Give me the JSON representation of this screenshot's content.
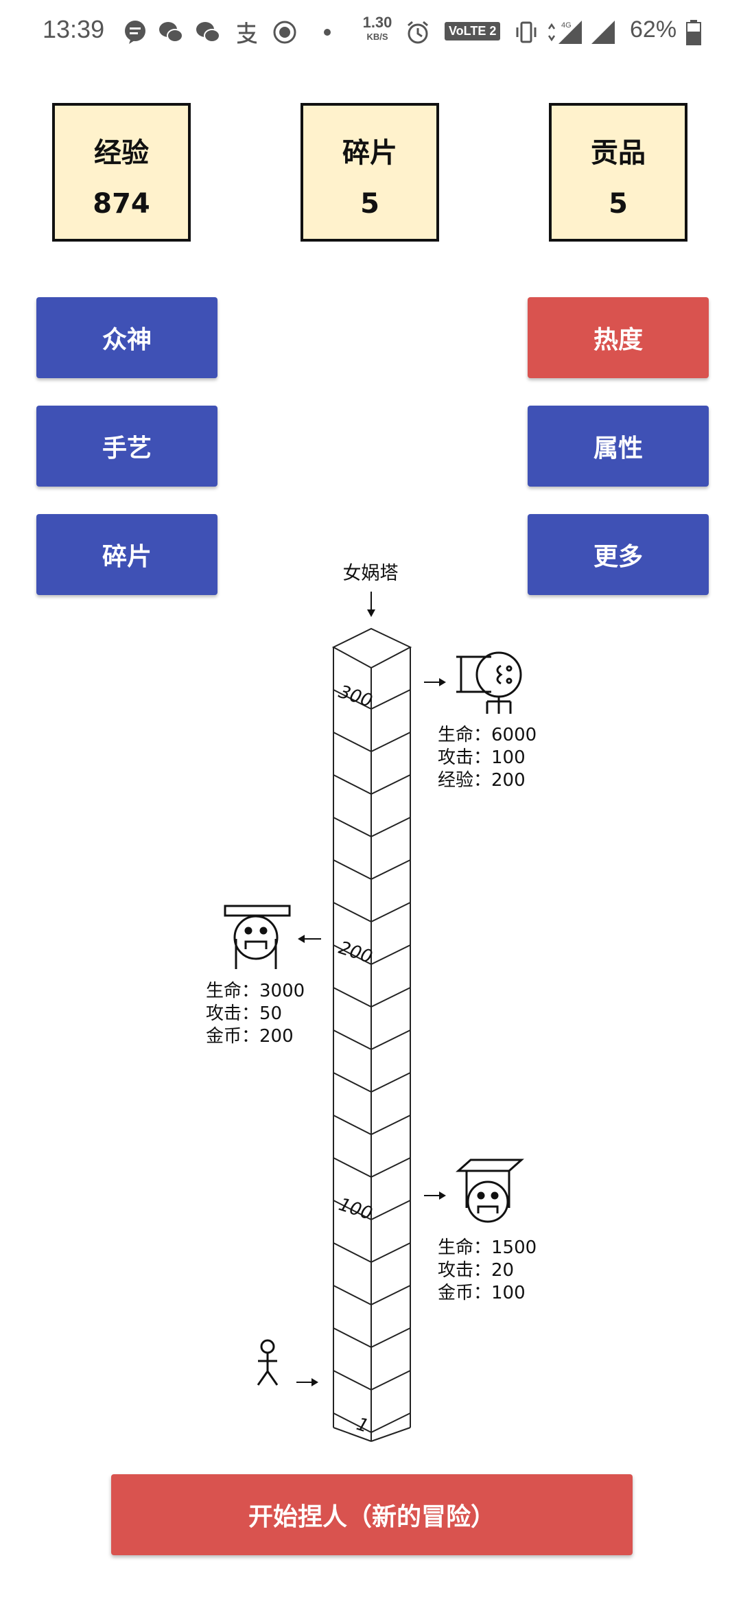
{
  "status_bar": {
    "time": "13:39",
    "net_speed_value": "1.30",
    "net_speed_unit": "KB/S",
    "volte": "VoLTE 2",
    "network": "4G",
    "battery": "62%"
  },
  "stats": [
    {
      "label": "经验",
      "value": "874"
    },
    {
      "label": "碎片",
      "value": "5"
    },
    {
      "label": "贡品",
      "value": "5"
    }
  ],
  "left_buttons": [
    "众神",
    "手艺",
    "碎片"
  ],
  "right_buttons": [
    "热度",
    "属性",
    "更多"
  ],
  "tower": {
    "title": "女娲塔",
    "floor_labels": {
      "top": "300",
      "mid": "200",
      "low": "100",
      "bottom": "1"
    },
    "enemies": [
      {
        "lines": [
          "生命：6000",
          "攻击：100",
          "经验：200"
        ]
      },
      {
        "lines": [
          "生命：3000",
          "攻击：50",
          "金币：200"
        ]
      },
      {
        "lines": [
          "生命：1500",
          "攻击：20",
          "金币：100"
        ]
      }
    ]
  },
  "start_button": "开始捏人（新的冒险）",
  "colors": {
    "primary_blue": "#3f51b5",
    "accent_red": "#d9534f",
    "stat_bg": "#fff2cc"
  }
}
